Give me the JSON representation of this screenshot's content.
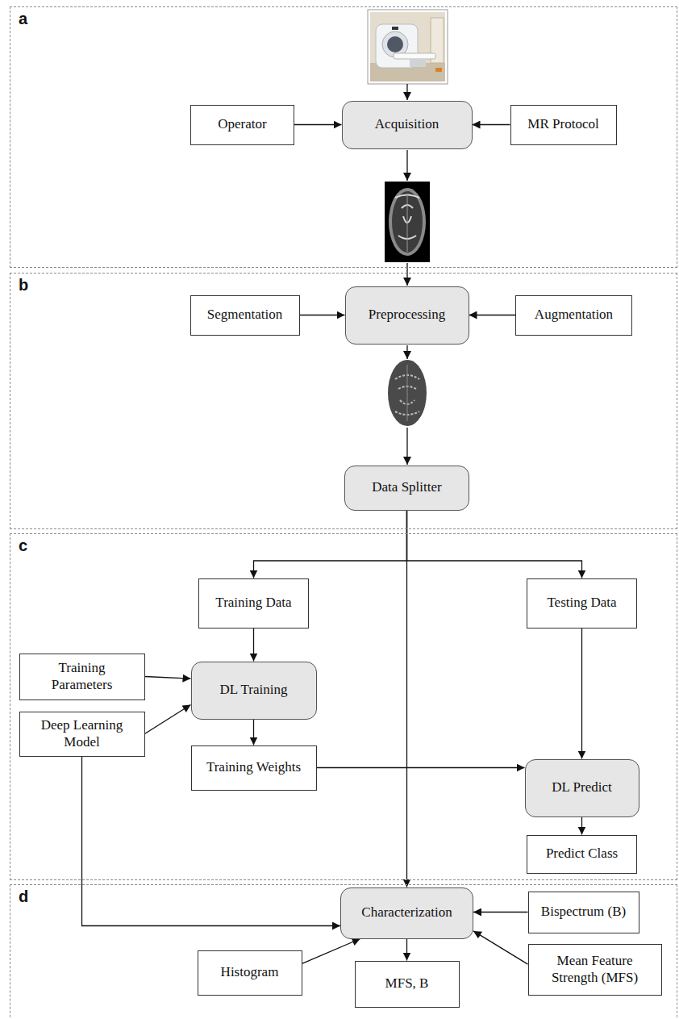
{
  "diagram": {
    "nodes": [
      {
        "text": [
          "a"
        ]
      },
      {
        "text": [
          "Operator"
        ],
        "in": 0
      },
      {
        "text": [
          "Acquisition"
        ],
        "in": 0
      },
      {
        "text": [
          "MR Protocol"
        ],
        "in": 0
      },
      {
        "text": [
          "b"
        ]
      },
      {
        "text": [
          "Segmentation"
        ],
        "in": 4
      },
      {
        "text": [
          "Preprocessing"
        ],
        "in": 4
      },
      {
        "text": [
          "Augmentation"
        ],
        "in": 4
      },
      {
        "text": [
          "Data Splitter"
        ],
        "in": 4
      },
      {
        "text": [
          "c"
        ]
      },
      {
        "text": [
          "Training Data"
        ],
        "in": 9
      },
      {
        "text": [
          "Testing Data"
        ],
        "in": 9
      },
      {
        "text": [
          "Training Parameters"
        ],
        "in": 9
      },
      {
        "text": [
          "DL Training"
        ],
        "in": 9
      },
      {
        "text": [
          "Deep Learning Model"
        ],
        "in": 9
      },
      {
        "text": [
          "Training Weights"
        ],
        "in": 9
      },
      {
        "text": [
          "DL Predict"
        ],
        "in": 9
      },
      {
        "text": [
          "Predict Class"
        ],
        "in": 9
      },
      {
        "text": [
          "d"
        ]
      },
      {
        "text": [
          "Characterization"
        ],
        "in": 18
      },
      {
        "text": [
          "Bispectrum (B)"
        ],
        "in": 18
      },
      {
        "text": [
          "Histogram"
        ],
        "in": 18
      },
      {
        "text": [
          "Mean Feature Strength (MFS)"
        ],
        "in": 18
      },
      {
        "text": [
          "MFS, B"
        ],
        "in": 18
      }
    ],
    "edges": [
      {
        "from": 1,
        "to": 2,
        "arrow": "to"
      },
      {
        "from": 3,
        "to": 2,
        "arrow": "to"
      },
      {
        "from": 5,
        "to": 6,
        "arrow": "to"
      },
      {
        "from": 7,
        "to": 6,
        "arrow": "to"
      },
      {
        "from": 8,
        "to": 10,
        "arrow": "to"
      },
      {
        "from": 8,
        "to": 11,
        "arrow": "to"
      },
      {
        "from": 8,
        "to": 19,
        "arrow": "to"
      },
      {
        "from": 10,
        "to": 13,
        "arrow": "to"
      },
      {
        "from": 12,
        "to": 13,
        "arrow": "to"
      },
      {
        "from": 14,
        "to": 13,
        "arrow": "to"
      },
      {
        "from": 13,
        "to": 15,
        "arrow": "to"
      },
      {
        "from": 15,
        "to": 16,
        "arrow": "to"
      },
      {
        "from": 11,
        "to": 16,
        "arrow": "to"
      },
      {
        "from": 16,
        "to": 17,
        "arrow": "to"
      },
      {
        "from": 14,
        "to": 19,
        "arrow": "to"
      },
      {
        "from": 20,
        "to": 19,
        "arrow": "to"
      },
      {
        "from": 21,
        "to": 19,
        "arrow": "to"
      },
      {
        "from": 22,
        "to": 19,
        "arrow": "to"
      },
      {
        "from": 19,
        "to": 23,
        "arrow": "to"
      }
    ]
  }
}
